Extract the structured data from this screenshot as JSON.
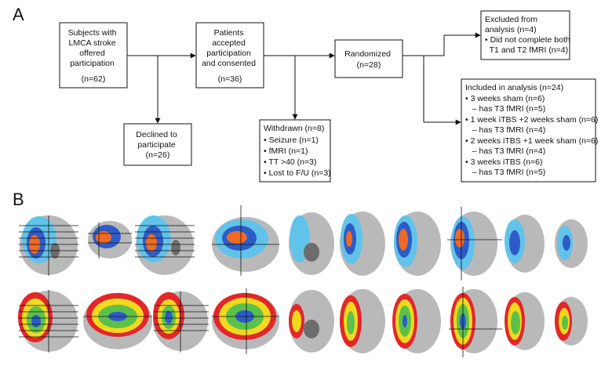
{
  "panel_a": {
    "label": "A"
  },
  "panel_b": {
    "label": "B"
  },
  "boxes": {
    "subjects": [
      "Subjects with",
      "LMCA stroke",
      "offered",
      "participation",
      "(n=62)"
    ],
    "patients": [
      "Patients",
      "accepted",
      "participation",
      "and consented",
      "(n=36)"
    ],
    "randomized": [
      "Randomized",
      "(n=28)"
    ],
    "excluded": [
      "Excluded from",
      "analysis (n=4)",
      "• Did not complete both",
      "  T1 and T2 fMRI (n=4)"
    ],
    "declined": [
      "Declined to",
      "participate",
      "(n=26)"
    ],
    "withdrawn": [
      "Withdrawn (n=8)",
      "• Seizure (n=1)",
      "• fMRI (n=1)",
      "• TT >40 (n=3)",
      "• Lost to F/U (n=3)"
    ],
    "included": [
      "Included in analysis (n=24)",
      "• 3 weeks sham (n=6)",
      "   – has T3 fMRI (n=5)",
      "• 1 week iTBS +2 weeks sham (n=6)",
      "   – has T3 fMRI (n=4)",
      "• 2 weeks iTBS +1 week sham (n=6)",
      "   – has T3 fMRI (n=4)",
      "• 3 weeks iTBS (n=6)",
      "   – has T3 fMRI (n=5)"
    ]
  },
  "colors": {
    "brain_gray": "#b9b9b9",
    "brain_dark": "#6d6d6d",
    "light_blue": "#62c3ea",
    "blue": "#2d5cc8",
    "orange": "#f06a22",
    "red": "#e3262a",
    "yellow": "#f2d91e",
    "green": "#5cc14a"
  }
}
